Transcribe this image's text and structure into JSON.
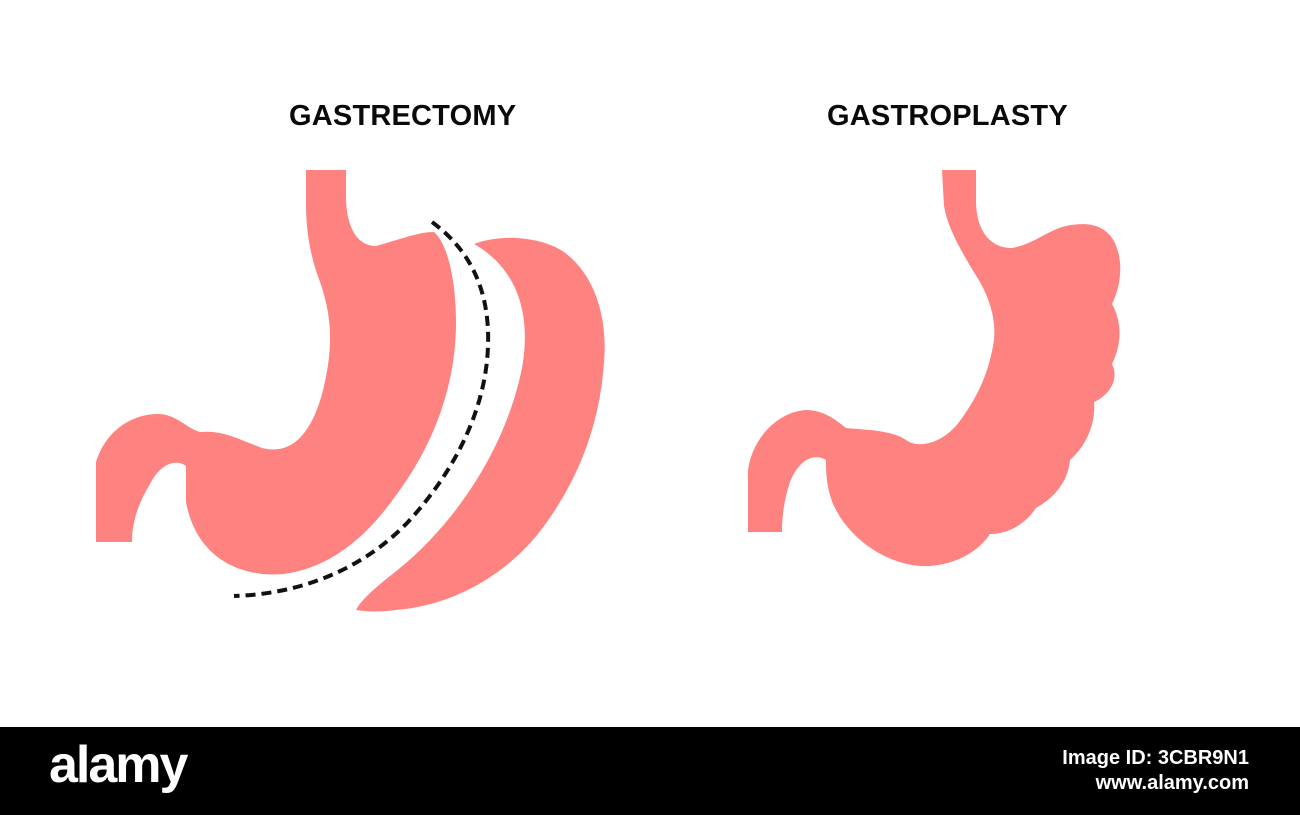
{
  "panels": {
    "left": {
      "title": "GASTRECTOMY"
    },
    "right": {
      "title": "GASTROPLASTY"
    }
  },
  "colors": {
    "stomach": "#fe8380",
    "cut_line": "#111111",
    "background": "#ffffff",
    "footer": "#000000"
  },
  "footer": {
    "logo": "alamy",
    "image_id": "Image ID: 3CBR9N1",
    "url": "www.alamy.com"
  }
}
